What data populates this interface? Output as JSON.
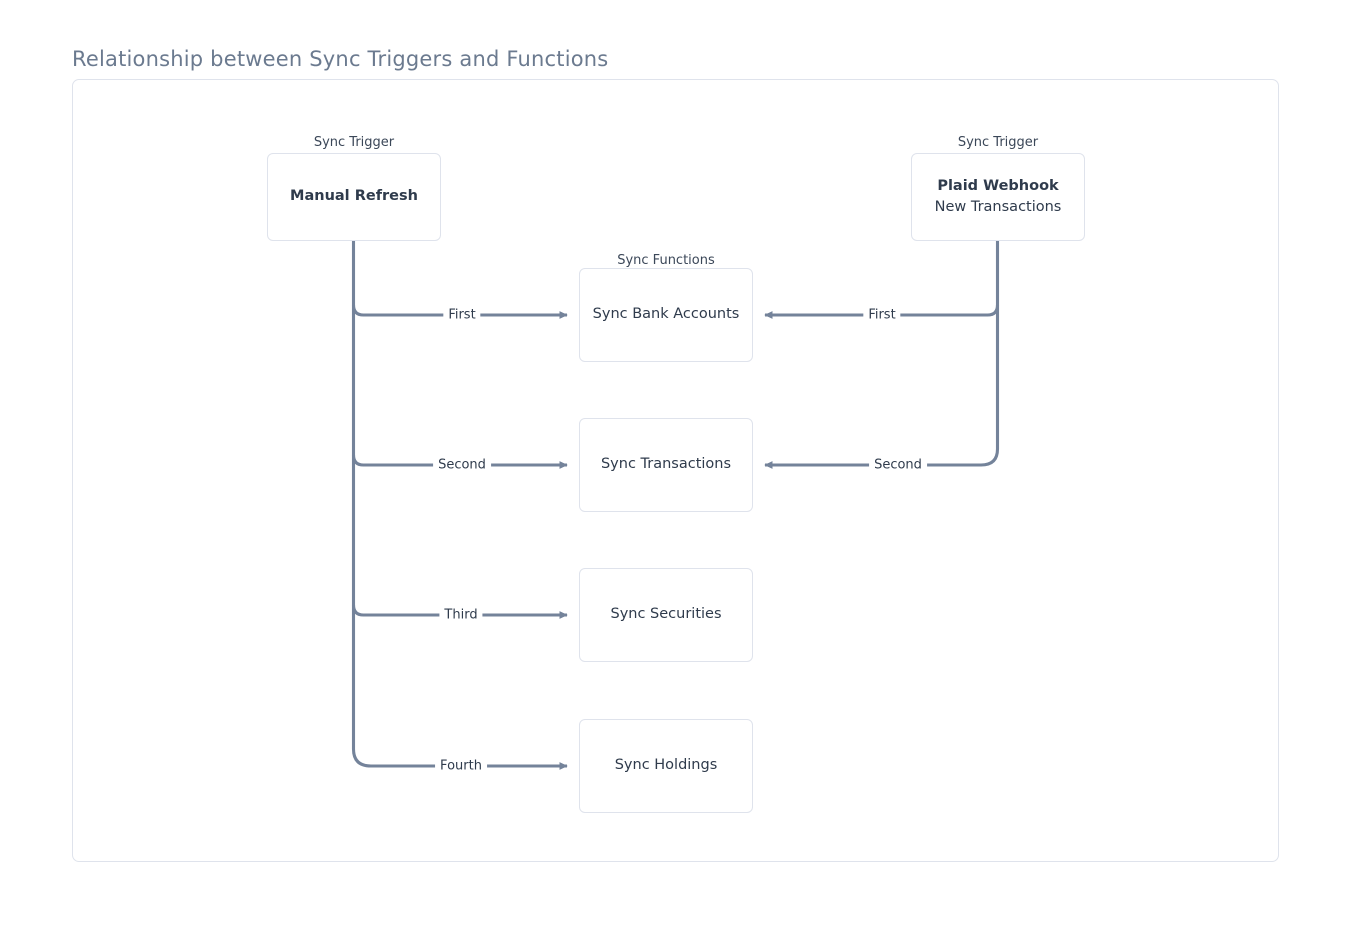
{
  "page": {
    "title": "Relationship between Sync Triggers and Functions",
    "background_color": "#ffffff",
    "title_color": "#6b7a8f",
    "frame_border_color": "#dfe3ec",
    "edge_color": "#74839a",
    "node_border_color": "#dfe3ec",
    "node_text_color": "#2f3b4c"
  },
  "diagram": {
    "type": "flowchart",
    "group_labels": {
      "trigger_left": "Sync Trigger",
      "trigger_right": "Sync Trigger",
      "functions": "Sync Functions"
    },
    "triggers": [
      {
        "id": "manual-refresh",
        "group_label": "Sync Trigger",
        "lines": [
          {
            "text": "Manual Refresh",
            "bold": true
          }
        ]
      },
      {
        "id": "plaid-webhook",
        "group_label": "Sync Trigger",
        "lines": [
          {
            "text": "Plaid Webhook",
            "bold": true
          },
          {
            "text": "New Transactions",
            "bold": false
          }
        ]
      }
    ],
    "functions": [
      {
        "id": "sync-bank-accounts",
        "label": "Sync Bank Accounts"
      },
      {
        "id": "sync-transactions",
        "label": "Sync Transactions"
      },
      {
        "id": "sync-securities",
        "label": "Sync Securities"
      },
      {
        "id": "sync-holdings",
        "label": "Sync Holdings"
      }
    ],
    "edges": [
      {
        "from": "manual-refresh",
        "to": "sync-bank-accounts",
        "label": "First"
      },
      {
        "from": "manual-refresh",
        "to": "sync-transactions",
        "label": "Second"
      },
      {
        "from": "manual-refresh",
        "to": "sync-securities",
        "label": "Third"
      },
      {
        "from": "manual-refresh",
        "to": "sync-holdings",
        "label": "Fourth"
      },
      {
        "from": "plaid-webhook",
        "to": "sync-bank-accounts",
        "label": "First"
      },
      {
        "from": "plaid-webhook",
        "to": "sync-transactions",
        "label": "Second"
      }
    ]
  }
}
